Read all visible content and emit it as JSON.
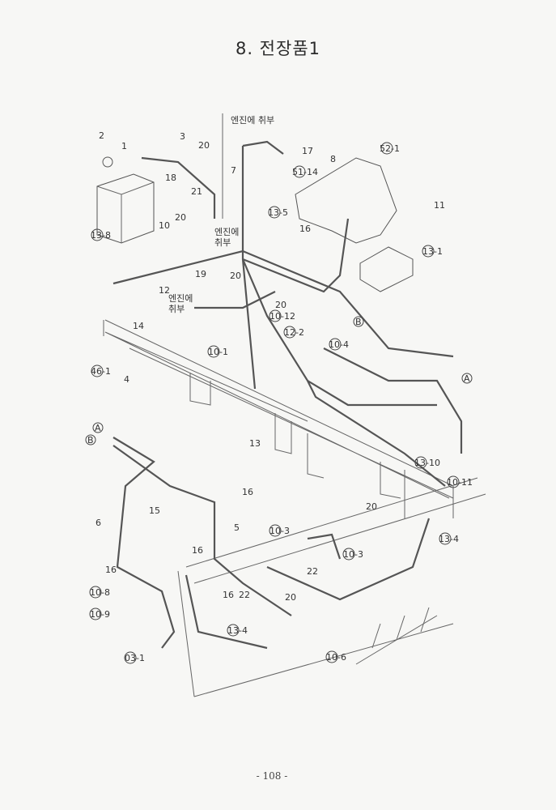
{
  "title": "8. 전장품1",
  "page_number": "- 108 -",
  "notes": {
    "engine_mount_top": "엔진에 취부",
    "engine_mount_mid_1": "엔진에",
    "engine_mount_mid_2": "취부",
    "engine_mount_low_1": "엔진에",
    "engine_mount_low_2": "취부"
  },
  "callouts": [
    "2",
    "1",
    "3",
    "20",
    "17",
    "8",
    "52-1",
    "7",
    "51-14",
    "18",
    "21",
    "13-5",
    "11",
    "20",
    "10",
    "13-8",
    "16",
    "13-1",
    "19",
    "20",
    "12",
    "20",
    "10-12",
    "B",
    "14",
    "12-2",
    "10-4",
    "10-1",
    "46-1",
    "4",
    "A",
    "13",
    "13-10",
    "10-11",
    "20",
    "A",
    "B",
    "16",
    "15",
    "6",
    "5",
    "16",
    "10-3",
    "10-3",
    "13-4",
    "22",
    "16",
    "10-8",
    "22",
    "16",
    "20",
    "10-9",
    "13-4",
    "03-1",
    "10-6"
  ]
}
